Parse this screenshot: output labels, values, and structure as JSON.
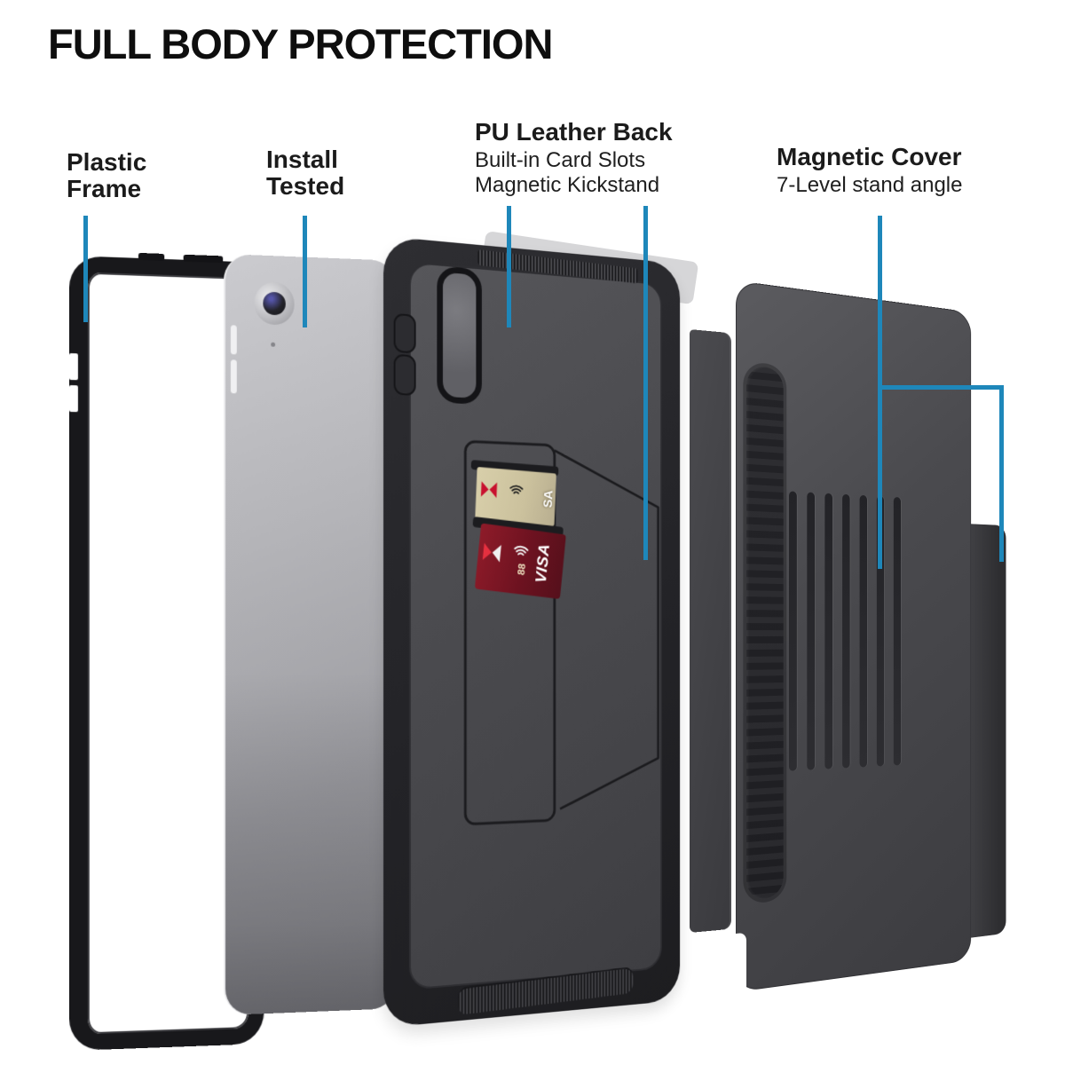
{
  "title": "FULL BODY PROTECTION",
  "callouts": {
    "plastic_frame": {
      "line1": "Plastic",
      "line2": "Frame"
    },
    "install_tested": {
      "line1": "Install",
      "line2": "Tested"
    },
    "pu_leather_back": {
      "heading": "PU Leather Back",
      "feature1": "Built-in Card Slots",
      "feature2": "Magnetic Kickstand"
    },
    "magnetic_cover": {
      "heading": "Magnetic Cover",
      "feature": "7-Level stand angle"
    }
  },
  "cards": {
    "gold_card_text": "SA",
    "red_card_brand": "VISA",
    "red_card_digits": "88"
  },
  "colors": {
    "accent_blue": "#1e87ba",
    "case_black": "#232327",
    "case_panel_gray": "#4a4a4e",
    "cover_gray": "#47474b",
    "tablet_silver": "#b0b0b5",
    "frame_black": "#18181b",
    "card_gold": "#cfc5a2",
    "card_red": "#6e1220"
  }
}
